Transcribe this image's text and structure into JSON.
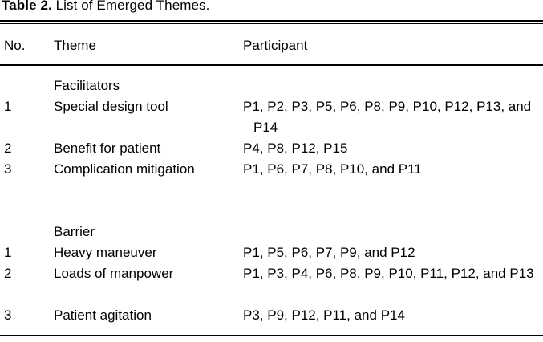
{
  "caption": {
    "label": "Table 2.",
    "text": "List of Emerged Themes."
  },
  "table": {
    "columns": [
      "No.",
      "Theme",
      "Participant"
    ],
    "rows": [
      {
        "kind": "group",
        "no": "",
        "theme": "Facilitators",
        "participant": ""
      },
      {
        "kind": "item",
        "no": "1",
        "theme": "Special design tool",
        "participant": "P1, P2, P3, P5, P6, P8, P9, P10, P12, P13, and P14"
      },
      {
        "kind": "item",
        "no": "2",
        "theme": "Benefit for patient",
        "participant": "P4, P8, P12, P15"
      },
      {
        "kind": "item",
        "no": "3",
        "theme": "Complication mitigation",
        "participant": "P1, P6, P7, P8, P10, and P11"
      },
      {
        "kind": "group",
        "no": "",
        "theme": "Barrier",
        "participant": ""
      },
      {
        "kind": "item",
        "no": "1",
        "theme": "Heavy maneuver",
        "participant": "P1, P5, P6, P7, P9, and P12"
      },
      {
        "kind": "item",
        "no": "2",
        "theme": "Loads of manpower",
        "participant": "P1, P3, P4, P6, P8, P9, P10, P11, P12, and P13"
      },
      {
        "kind": "item",
        "no": "3",
        "theme": "Patient agitation",
        "participant": "P3, P9, P12, P11, and P14"
      }
    ]
  },
  "colors": {
    "text": "#000000",
    "rule": "#000000",
    "background": "#ffffff"
  }
}
